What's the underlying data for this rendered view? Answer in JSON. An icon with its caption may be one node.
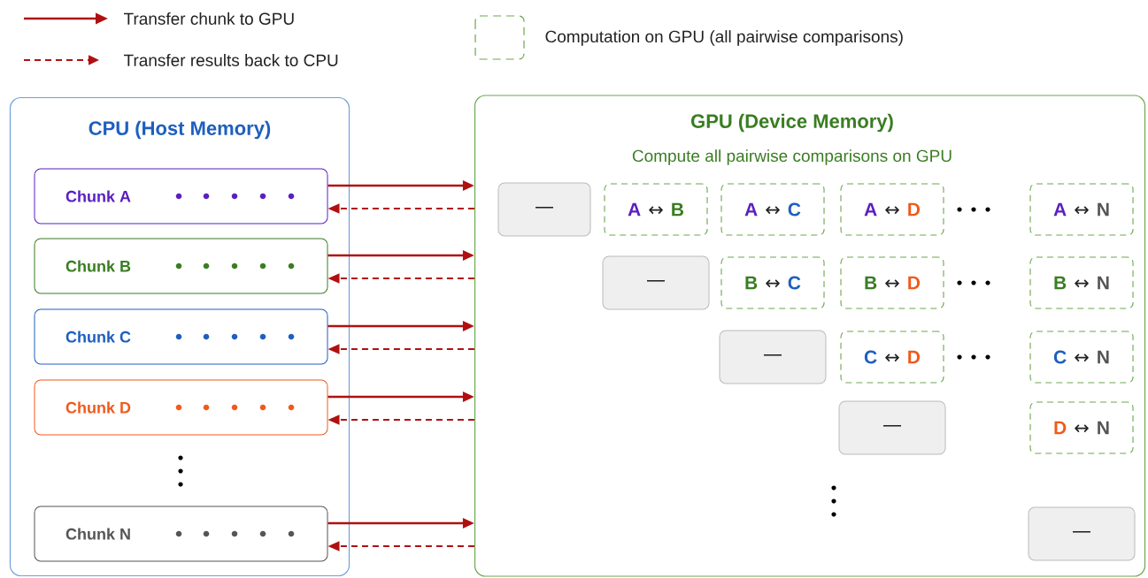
{
  "diagram": {
    "nodes": [
      {
        "text": [
          "CPU (Host Memory)"
        ]
      },
      {
        "text": [
          "Chunk A"
        ],
        "in": 0
      },
      {
        "text": [
          "Chunk B"
        ],
        "in": 0
      },
      {
        "text": [
          "Chunk C"
        ],
        "in": 0
      },
      {
        "text": [
          "Chunk D"
        ],
        "in": 0
      },
      {
        "text": [
          "Chunk N"
        ],
        "in": 0
      },
      {
        "text": [
          "GPU (Device Memory)",
          "Compute all pairwise comparisons on GPU"
        ]
      },
      {
        "text": [
          "—"
        ],
        "in": 6
      },
      {
        "text": [
          "A",
          "↔",
          "B"
        ],
        "in": 6
      },
      {
        "text": [
          "A",
          "↔",
          "C"
        ],
        "in": 6
      },
      {
        "text": [
          "A",
          "↔",
          "D"
        ],
        "in": 6
      },
      {
        "text": [
          "A",
          "↔",
          "N"
        ],
        "in": 6
      },
      {
        "text": [
          "—"
        ],
        "in": 6
      },
      {
        "text": [
          "B",
          "↔",
          "C"
        ],
        "in": 6
      },
      {
        "text": [
          "B",
          "↔",
          "D"
        ],
        "in": 6
      },
      {
        "text": [
          "B",
          "↔",
          "N"
        ],
        "in": 6
      },
      {
        "text": [
          "—"
        ],
        "in": 6
      },
      {
        "text": [
          "C",
          "↔",
          "D"
        ],
        "in": 6
      },
      {
        "text": [
          "C",
          "↔",
          "N"
        ],
        "in": 6
      },
      {
        "text": [
          "—"
        ],
        "in": 6
      },
      {
        "text": [
          "D",
          "↔",
          "N"
        ],
        "in": 6
      },
      {
        "text": [
          "—"
        ],
        "in": 6
      }
    ],
    "edges": [
      {
        "from": 1,
        "to": 6,
        "arrow": "to"
      },
      {
        "from": 6,
        "to": 1,
        "arrow": "to",
        "style": "dashed"
      },
      {
        "from": 2,
        "to": 6,
        "arrow": "to"
      },
      {
        "from": 6,
        "to": 2,
        "arrow": "to",
        "style": "dashed"
      },
      {
        "from": 3,
        "to": 6,
        "arrow": "to"
      },
      {
        "from": 6,
        "to": 3,
        "arrow": "to",
        "style": "dashed"
      },
      {
        "from": 4,
        "to": 6,
        "arrow": "to"
      },
      {
        "from": 6,
        "to": 4,
        "arrow": "to",
        "style": "dashed"
      },
      {
        "from": 5,
        "to": 6,
        "arrow": "to"
      },
      {
        "from": 6,
        "to": 5,
        "arrow": "to",
        "style": "dashed"
      }
    ],
    "legend": [
      {
        "text": "Transfer chunk to GPU"
      },
      {
        "text": "Transfer results back to CPU"
      },
      {
        "text": "Computation on GPU (all pairwise comparisons)"
      }
    ]
  }
}
